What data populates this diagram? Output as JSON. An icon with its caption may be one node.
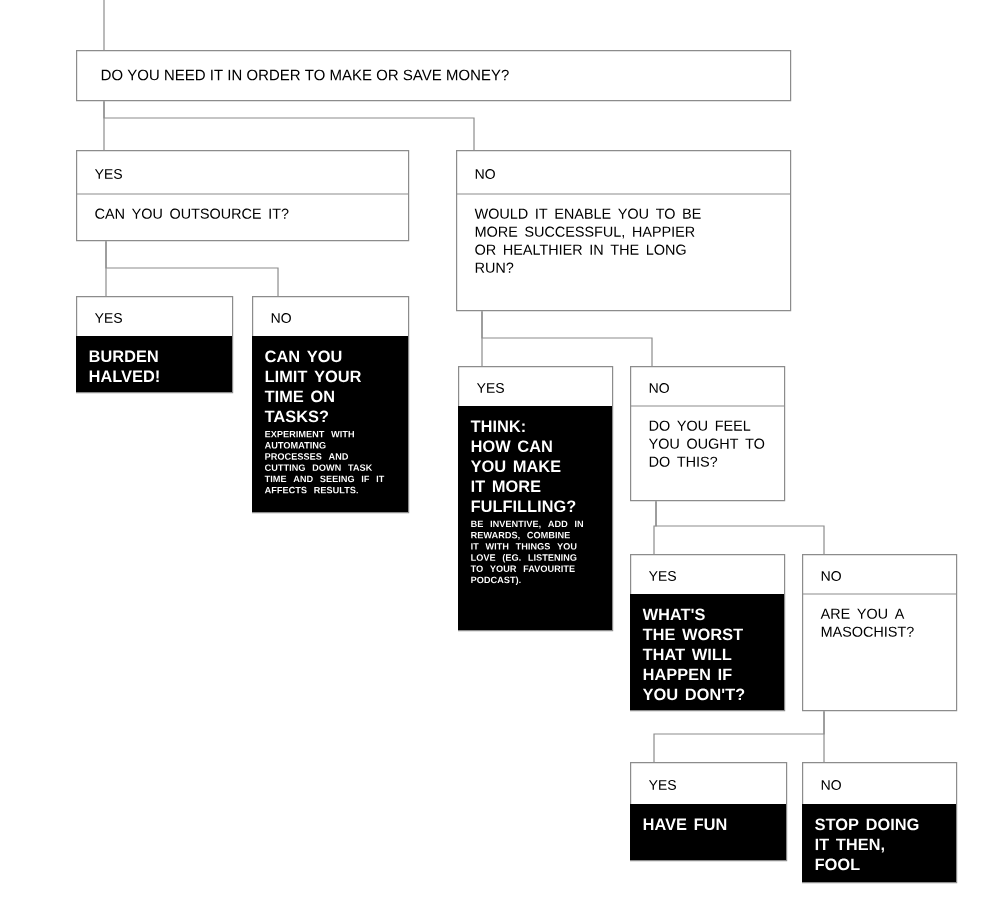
{
  "diagram": {
    "nodes": [
      {
        "text": [
          "DO YOU NEED IT IN ORDER TO MAKE OR SAVE MONEY?"
        ]
      },
      {
        "text": [
          "YES",
          "CAN YOU OUTSOURCE IT?"
        ]
      },
      {
        "text": [
          "NO",
          "WOULD IT ENABLE YOU TO BE MORE SUCCESSFUL, HAPPIER OR HEALTHIER IN THE LONG RUN?"
        ]
      },
      {
        "text": [
          "YES",
          "BURDEN HALVED!"
        ]
      },
      {
        "text": [
          "NO",
          "CAN YOU LIMIT YOUR TIME ON TASKS?",
          "EXPERIMENT WITH AUTOMATING PROCESSES AND CUTTING DOWN TASK TIME AND SEEING IF IT AFFECTS RESULTS."
        ]
      },
      {
        "text": [
          "YES",
          "THINK: HOW CAN YOU MAKE IT MORE FULFILLING?",
          "BE INVENTIVE, ADD IN REWARDS, COMBINE IT WITH THINGS YOU LOVE (EG. LISTENING TO YOUR FAVOURITE PODCAST)."
        ]
      },
      {
        "text": [
          "NO",
          "DO YOU FEEL YOU OUGHT TO DO THIS?"
        ]
      },
      {
        "text": [
          "YES",
          "WHAT'S THE WORST THAT WILL HAPPEN IF YOU DON'T?"
        ]
      },
      {
        "text": [
          "NO",
          "ARE YOU A MASOCHIST?"
        ]
      },
      {
        "text": [
          "YES",
          "HAVE FUN"
        ]
      },
      {
        "text": [
          "NO",
          "STOP DOING IT THEN, FOOL"
        ]
      }
    ],
    "edges": [
      {
        "from": null,
        "to": 0,
        "arrow": "none"
      },
      {
        "from": 0,
        "to": 1,
        "arrow": "none"
      },
      {
        "from": 0,
        "to": 2,
        "arrow": "none"
      },
      {
        "from": 1,
        "to": 3,
        "arrow": "none"
      },
      {
        "from": 1,
        "to": 4,
        "arrow": "none"
      },
      {
        "from": 2,
        "to": 5,
        "arrow": "none"
      },
      {
        "from": 2,
        "to": 6,
        "arrow": "none"
      },
      {
        "from": 6,
        "to": 7,
        "arrow": "none"
      },
      {
        "from": 6,
        "to": 8,
        "arrow": "none"
      },
      {
        "from": 8,
        "to": 9,
        "arrow": "none"
      },
      {
        "from": 8,
        "to": 10,
        "arrow": "none"
      }
    ]
  }
}
